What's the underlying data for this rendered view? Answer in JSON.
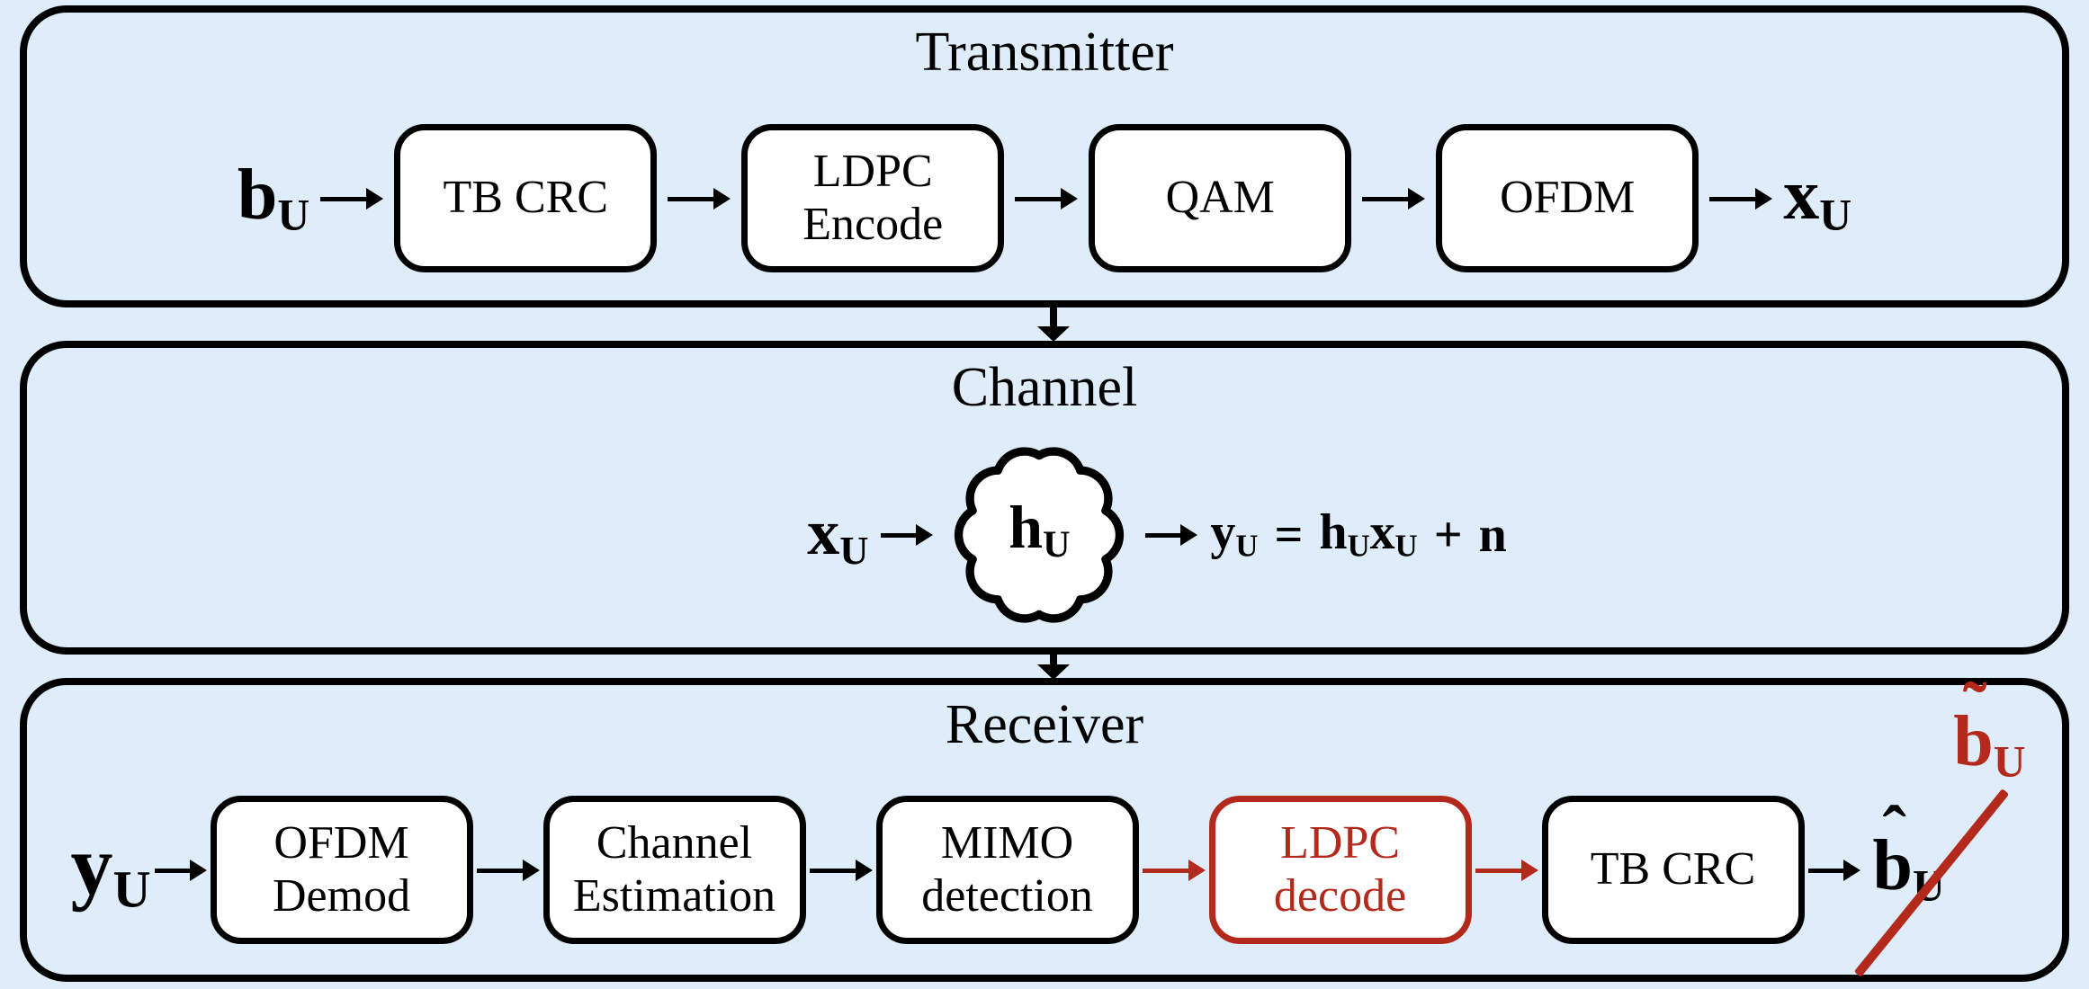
{
  "colors": {
    "background": "#deedf9",
    "box_fill": "#ffffff",
    "line_black": "#000000",
    "accent_red": "#b3291c"
  },
  "transmitter": {
    "title": "Transmitter",
    "input": {
      "base": "b",
      "sub": "U"
    },
    "blocks": [
      {
        "line1": "TB CRC"
      },
      {
        "line1": "LDPC",
        "line2": "Encode"
      },
      {
        "line1": "QAM"
      },
      {
        "line1": "OFDM"
      }
    ],
    "output": {
      "base": "x",
      "sub": "U"
    }
  },
  "channel": {
    "title": "Channel",
    "input": {
      "base": "x",
      "sub": "U"
    },
    "cloud": {
      "base": "h",
      "sub": "U"
    },
    "equation": {
      "y_base": "y",
      "y_sub": "U",
      "equals": "=",
      "h_base": "h",
      "h_sub": "U",
      "x_base": "x",
      "x_sub": "U",
      "plus": "+",
      "n": "n"
    }
  },
  "receiver": {
    "title": "Receiver",
    "input": {
      "base": "y",
      "sub": "U"
    },
    "blocks": [
      {
        "line1": "OFDM",
        "line2": "Demod"
      },
      {
        "line1": "Channel",
        "line2": "Estimation"
      },
      {
        "line1": "MIMO",
        "line2": "detection"
      },
      {
        "line1": "LDPC",
        "line2": "decode"
      },
      {
        "line1": "TB CRC"
      }
    ],
    "output_rejected": {
      "accent": "˜",
      "base": "b",
      "sub": "U"
    },
    "output_accepted": {
      "accent": "ˆ",
      "base": "b",
      "sub": "U"
    }
  }
}
